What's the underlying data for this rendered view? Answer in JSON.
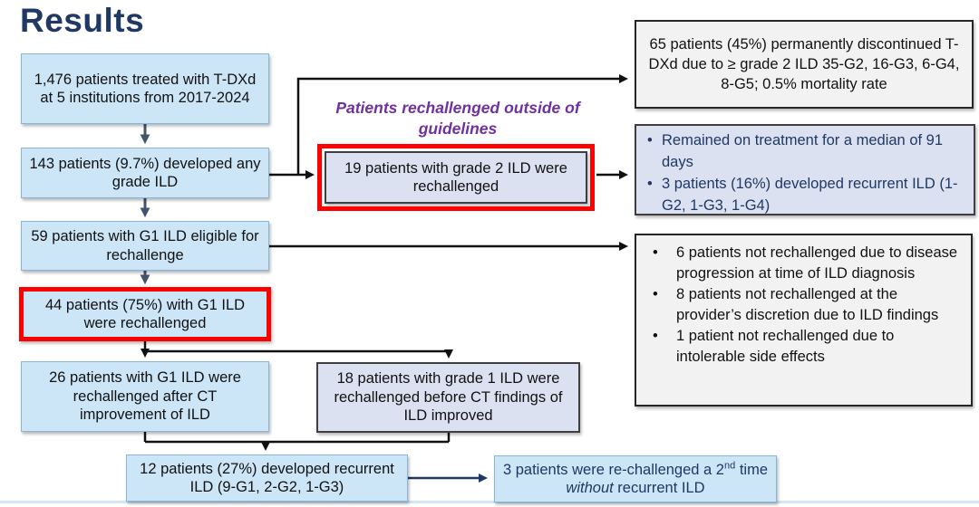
{
  "title": "Results",
  "colors": {
    "accent_red": "#FE0000",
    "navy_text": "#1F3864",
    "purple_text": "#7030A0",
    "light_blue_fill": "#cde6f7",
    "lavender_fill": "#dbe1f0",
    "gray_fill": "#f2f2f2"
  },
  "flow": {
    "treated": {
      "text": "1,476 patients treated with T-DXd at 5 institutions from 2017-2024"
    },
    "developed": {
      "text": "143 patients (9.7%) developed any grade ILD"
    },
    "eligible": {
      "text": "59 patients with G1 ILD eligible for rechallenge"
    },
    "rechallenged_g1": {
      "text": "44 patients (75%) with G1 ILD were rechallenged"
    },
    "rechallenged_after_ct": {
      "text": "26 patients with G1 ILD were rechallenged after CT improvement of ILD"
    },
    "rechallenged_before_ct": {
      "text": "18 patients with grade 1 ILD were rechallenged before CT findings of ILD improved"
    },
    "recurrent": {
      "text": "12 patients (27%) developed recurrent ILD (9-G1, 2-G2, 1-G3)"
    },
    "outside_guidelines_label": "Patients rechallenged outside of guidelines",
    "grade2_rechallenged": {
      "text": "19 patients with grade 2 ILD were rechallenged"
    },
    "second_rechallenge": {
      "prefix": "3 patients were re-challenged a ",
      "number": "2",
      "superscript": "nd",
      "mid": " time ",
      "italic": "without",
      "suffix": " recurrent ILD"
    }
  },
  "right_boxes": {
    "discontinued": {
      "text": "65 patients (45%) permanently discontinued T-DXd due to ≥ grade 2 ILD 35-G2, 16-G3, 6-G4, 8-G5; 0.5% mortality rate"
    },
    "treatment": {
      "bullets": [
        "Remained on treatment for a median of 91 days",
        "3 patients (16%) developed recurrent ILD (1-G2, 1-G3, 1-G4)"
      ]
    },
    "not_rechallenged": {
      "bullets": [
        "6 patients not rechallenged due to disease progression at time of ILD diagnosis",
        "8 patients not rechallenged at the provider’s discretion due to ILD findings",
        "1 patient not rechallenged due to intolerable side effects"
      ]
    }
  }
}
